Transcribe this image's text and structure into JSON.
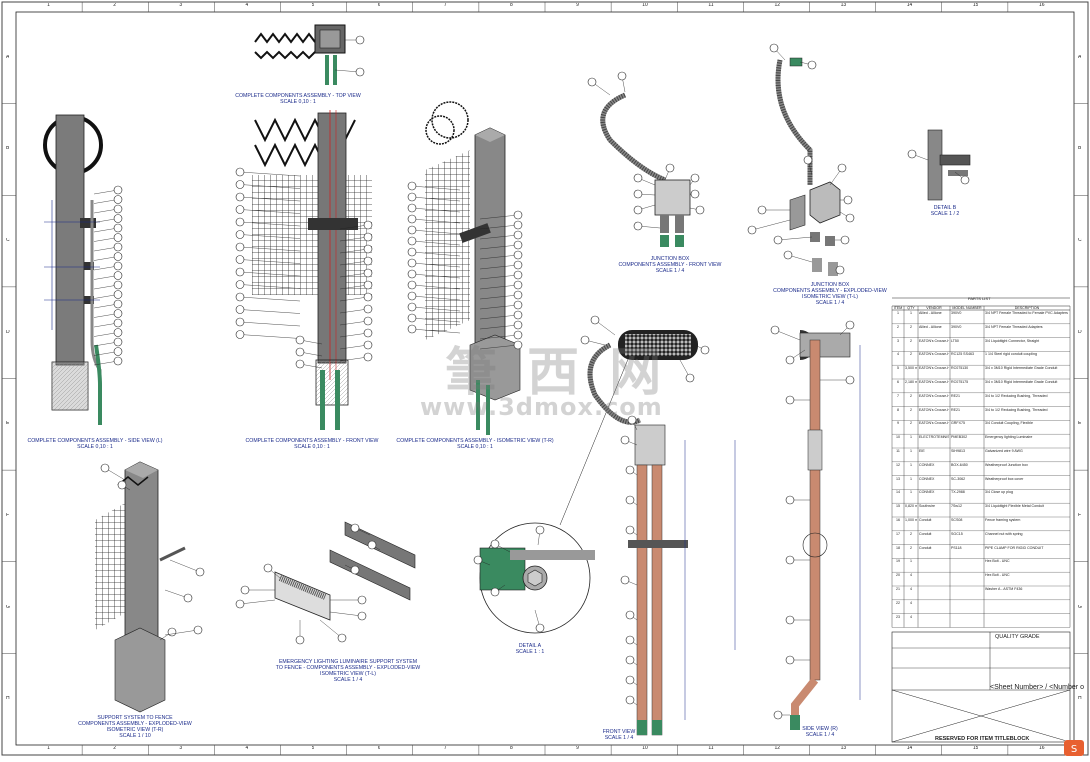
{
  "views": {
    "top": {
      "title": "COMPLETE COMPONENTS ASSEMBLY - TOP VIEW",
      "scale": "SCALE 0,10 : 1"
    },
    "side": {
      "title": "COMPLETE COMPONENTS ASSEMBLY - SIDE VIEW (L)",
      "scale": "SCALE 0,10 : 1"
    },
    "front": {
      "title": "COMPLETE COMPONENTS ASSEMBLY - FRONT VIEW",
      "scale": "SCALE 0,10 : 1"
    },
    "iso": {
      "title": "COMPLETE COMPONENTS ASSEMBLY - ISOMETRIC VIEW (T-R)",
      "scale": "SCALE 0,10 : 1"
    },
    "jbox_front": {
      "title": "JUNCTION BOX",
      "subtitle": "COMPONENTS ASSEMBLY - FRONT VIEW",
      "scale": "SCALE 1 / 4"
    },
    "jbox_exploded": {
      "title": "JUNCTION BOX",
      "subtitle": "COMPONENTS ASSEMBLY - EXPLODED-VIEW",
      "subtitle2": "ISOMETRIC VIEW (T-L)",
      "scale": "SCALE 1 / 4"
    },
    "detail_b": {
      "title": "DETAIL B",
      "scale": "SCALE 1 / 2"
    },
    "support": {
      "title": "SUPPORT SYSTEM TO FENCE",
      "subtitle": "COMPONENTS ASSEMBLY - EXPLODED-VIEW",
      "subtitle2": "ISOMETRIC VIEW (T-R)",
      "scale": "SCALE 1 / 10"
    },
    "luminaire": {
      "title": "EMERGENCY LIGHTING LUMINAIRE SUPPORT SYSTEM",
      "subtitle": "TO FENCE - COMPONENTS ASSEMBLY - EXPLODED-VIEW",
      "subtitle2": "ISOMETRIC VIEW (T-L)",
      "scale": "SCALE 1 / 4"
    },
    "detail_a": {
      "title": "DETAIL A",
      "scale": "SCALE 1 : 1"
    },
    "front_view": {
      "title": "FRONT VIEW",
      "scale": "SCALE 1 / 4"
    },
    "side_view": {
      "title": "SIDE VIEW (R)",
      "scale": "SCALE 1 / 4"
    }
  },
  "watermark": {
    "cn": "筆 西 网",
    "url": "www.3dmox.com"
  },
  "parts_list": {
    "title": "PARTS LIST",
    "headers": [
      "ITEM",
      "QTY",
      "VENDOR",
      "MODEL NUMBER",
      "DESCRIPTION"
    ],
    "rows": [
      [
        "1",
        "1",
        "Allied - Allione",
        "390V0",
        "3/4 NPT Female Threaded to Female PVC Adapters"
      ],
      [
        "2",
        "2",
        "Allied - Allione",
        "390V0",
        "3/4 NPT Female Threaded Adapters"
      ],
      [
        "3",
        "2",
        "EATON's Crouse-Hinds",
        "LT50",
        "3/4 Liquidtight Connector, Straight"
      ],
      [
        "4",
        "2",
        "EATON's Crouse-Hinds",
        "RC125 SS463",
        "1 1/4 Steel rigid conduit coupling"
      ],
      [
        "5",
        "3,500 m",
        "EATON's Crouse-Hinds",
        "RC075130",
        "3/4 x 3M10 Rigid Intermediate Grade Conduit"
      ],
      [
        "6",
        "2,180 m",
        "EATON's Crouse-Hinds",
        "RC075175",
        "3/4 x 3M10 Rigid Intermediate Grade Conduit"
      ],
      [
        "7",
        "2",
        "EATON's Crouse-Hinds",
        "RE21",
        "3/4 to 1/2 Reducing Bushing, Threaded"
      ],
      [
        "8",
        "2",
        "EATON's Crouse-Hinds",
        "RE21",
        "3/4 to 1/2 Reducing Bushing, Threaded"
      ],
      [
        "9",
        "2",
        "EATON's Crouse-Hinds",
        "GRFX75",
        "3/4 Conduit Coupling, Flexible"
      ],
      [
        "10",
        "1",
        "ELECTROTEMNIS SA",
        "PMEB302",
        "Emergency lighting Luminaire"
      ],
      [
        "11",
        "1",
        "EIE",
        "SIH9813",
        "Galvanized wire 9 AWG"
      ],
      [
        "12",
        "1",
        "CONNEX",
        "BOX-6450",
        "Weatherproof Junction box"
      ],
      [
        "13",
        "1",
        "CONNEX",
        "SC-3062",
        "Weatherproof box cover"
      ],
      [
        "14",
        "1",
        "CONNEX",
        "TX-2988",
        "3/4 Close up plug"
      ],
      [
        "15",
        "0,820 m",
        "Southwire",
        "7Sw12",
        "3/4 Liquidtight Flexible Metal Conduit"
      ],
      [
        "16",
        "1,000 m",
        "Conduit",
        "SCS08",
        "Fence framing system"
      ],
      [
        "17",
        "2",
        "Conduit",
        "SGC15",
        "Channel nut with spring"
      ],
      [
        "18",
        "2",
        "Conduit",
        "PS118",
        "PIPE CLAMP FOR RIGID CONDUIT"
      ],
      [
        "19",
        "1",
        "",
        "",
        "Hex Bolt - UNC"
      ],
      [
        "20",
        "4",
        "",
        "",
        "Hex Bolt - UNC"
      ],
      [
        "21",
        "4",
        "",
        "",
        "Washer A - ASTM F436"
      ],
      [
        "22",
        "4",
        "",
        "",
        ""
      ],
      [
        "23",
        "4",
        "",
        "",
        ""
      ]
    ]
  },
  "titleblock": {
    "qa": "QUALITY GRADE",
    "reserved": "RESERVED FOR ITEM TITLEBLOCK",
    "sheet_note": "<Sheet Number> / <Number o"
  },
  "grid": {
    "cols": [
      "1",
      "2",
      "3",
      "4",
      "5",
      "6",
      "7",
      "8",
      "9",
      "10",
      "11",
      "12",
      "13",
      "14",
      "15",
      "16"
    ],
    "rows": [
      "A",
      "B",
      "C",
      "D",
      "E",
      "F",
      "G",
      "H"
    ]
  }
}
